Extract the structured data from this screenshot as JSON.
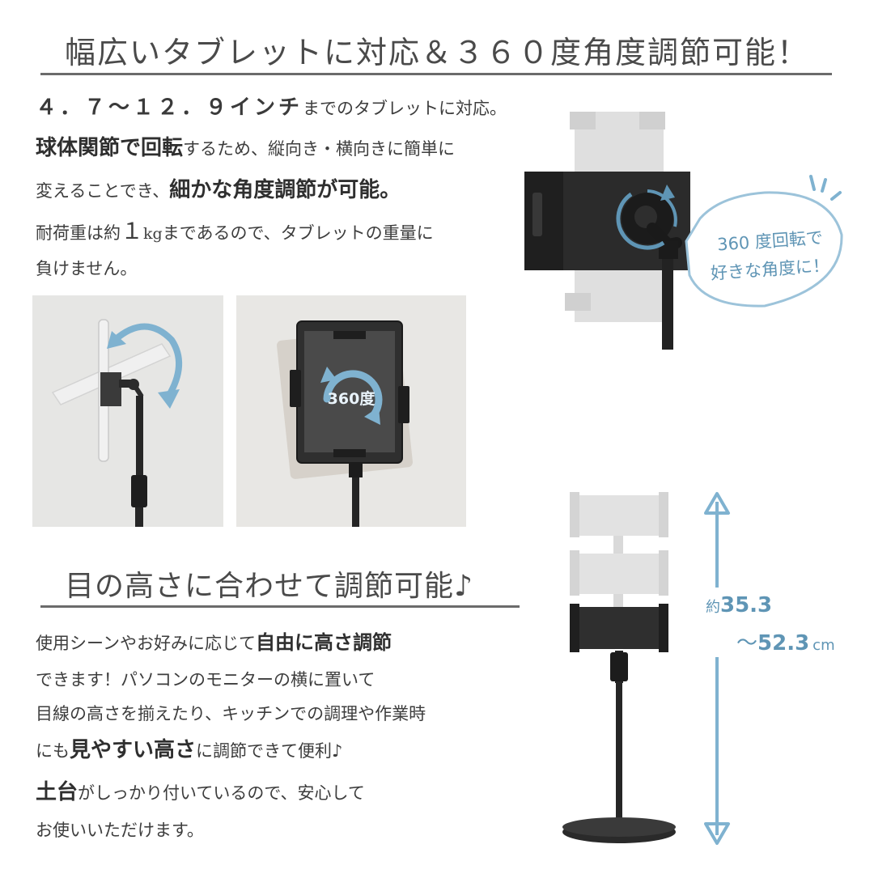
{
  "section1": {
    "title": "幅広いタブレットに対応＆３６０度角度調節可能！",
    "spec_size": "４．７～１２．９インチ",
    "spec_rest": "までのタブレットに対応。",
    "line2_bold": "球体関節で回転",
    "line2_rest": "するため、縦向き・横向きに簡単に",
    "line3_a": "変えることでき、",
    "line3_bold": "細かな角度調節が可能。",
    "line4_a": "耐荷重は約",
    "line4_num": "１",
    "line4_unit": "kg",
    "line4_b": "まであるので、タブレットの重量に",
    "line5": "負けません。",
    "bubble_line1": "360 度回転で",
    "bubble_line2": "好きな角度に！",
    "badge_360": "360度"
  },
  "section2": {
    "title": "目の高さに合わせて調節可能♪",
    "l1_a": "使用シーンやお好みに応じて",
    "l1_bold": "自由に高さ調節",
    "l2": "できます！パソコンのモニターの横に置いて",
    "l3": "目線の高さを揃えたり、キッチンでの調理や作業時",
    "l4_a": "にも",
    "l4_bold": "見やすい高さ",
    "l4_b": "に調節できて便利♪",
    "l5_bold": "土台",
    "l5_rest": "がしっかり付いているので、安心して",
    "l6": "お使いいただけます。",
    "height_prefix": "約",
    "height_min": "35.3",
    "height_tilde": "～",
    "height_max": "52.3",
    "height_unit": "cm"
  },
  "colors": {
    "accent_blue": "#5f95b5",
    "arrow_blue": "#7fb2d0",
    "rule_gray": "#6b6b6b"
  }
}
